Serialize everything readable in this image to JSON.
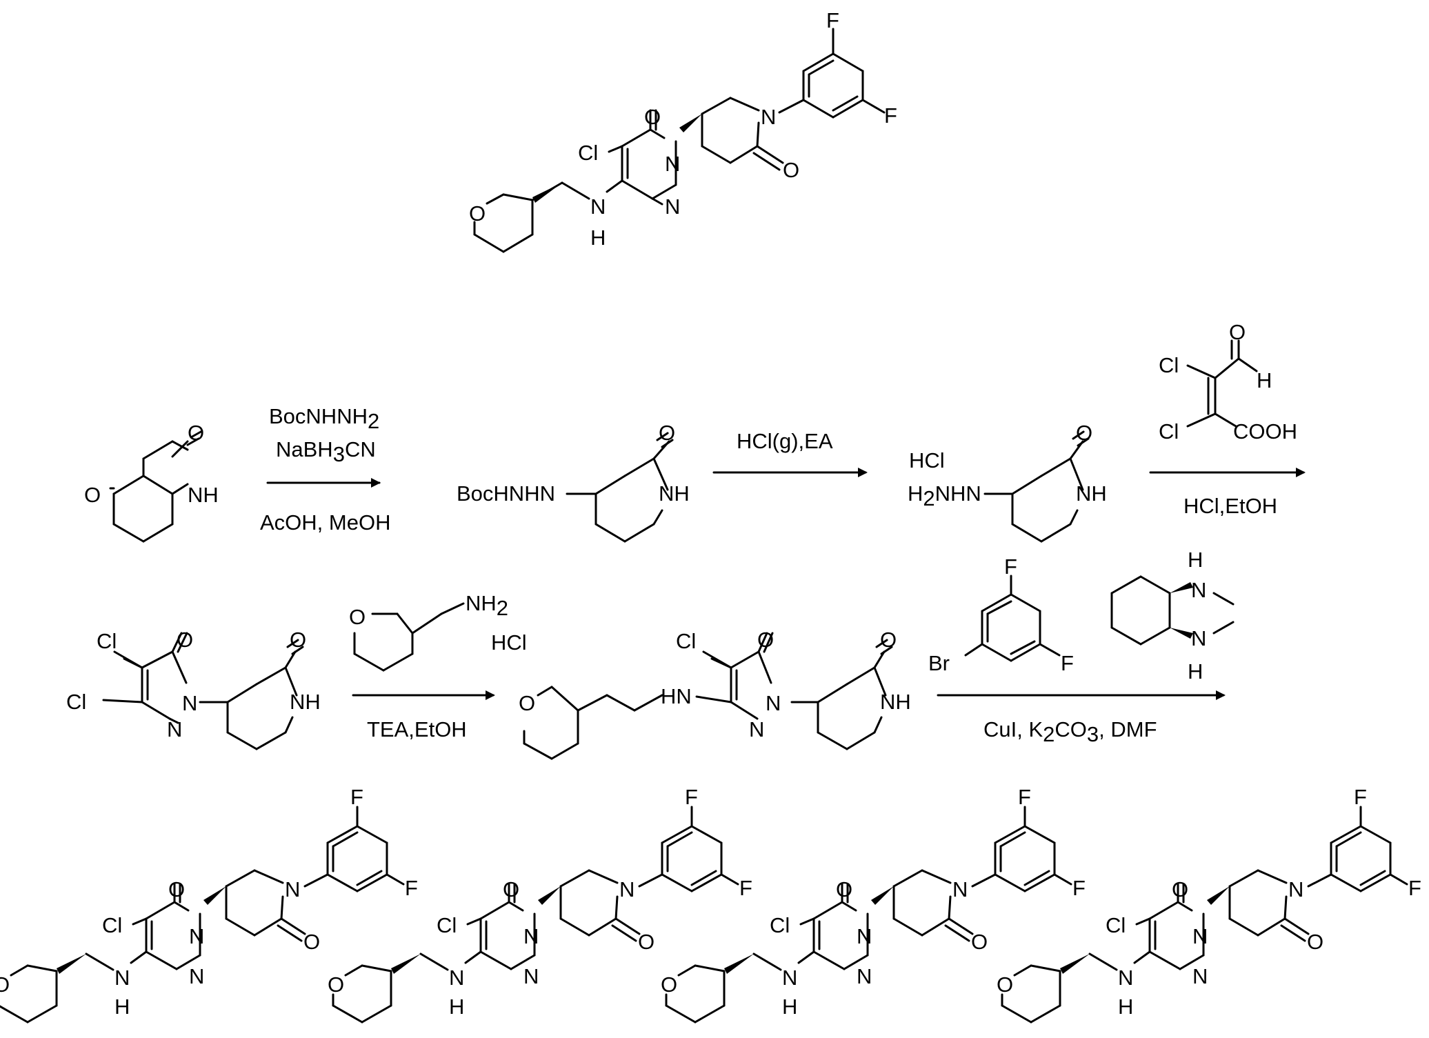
{
  "atoms": {
    "F": "F",
    "O": "O",
    "N": "N",
    "Cl": "Cl",
    "NH": "NH",
    "H": "H",
    "HN": "HN",
    "Br": "Br",
    "HCl": "HCl",
    "NH2": "NH",
    "NH2_sub": "2",
    "cho_H": "H",
    "COOH": "COOH",
    "BocHNHN": "BocHNHN",
    "H2NHN_H": "H",
    "H2NHN_2": "2",
    "H2NHN_rest": "NHN"
  },
  "steps": [
    {
      "reagent_above_1_main": "BocNHNH",
      "reagent_above_1_sub": "2",
      "reagent_above_2_a": "NaBH",
      "reagent_above_2_sub": "3",
      "reagent_above_2_b": "CN",
      "reagent_below": "AcOH, MeOH"
    },
    {
      "reagent_above": "HCl(g),EA"
    },
    {
      "reagent_below": "HCl,EtOH"
    },
    {
      "reagent_below": "TEA,EtOH"
    },
    {
      "reagent_below_a": "CuI, K",
      "reagent_below_sub1": "2",
      "reagent_below_b": "CO",
      "reagent_below_sub2": "3",
      "reagent_below_c": ", DMF"
    }
  ]
}
